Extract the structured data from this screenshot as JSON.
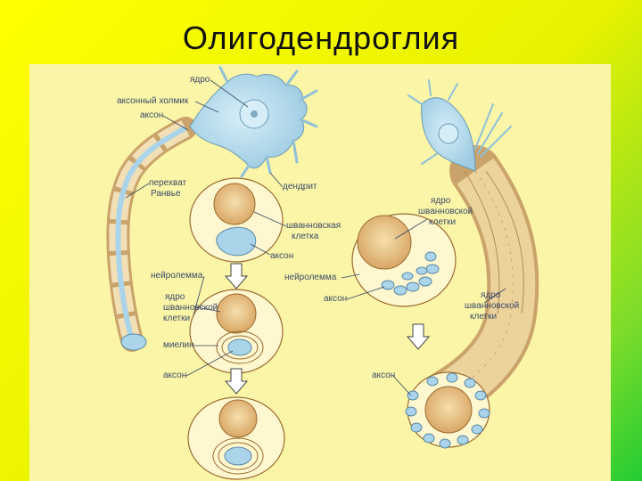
{
  "title": "Олигодендроглия",
  "labels": {
    "nucleus": "ядро",
    "axon_hillock": "аксонный холмик",
    "axon_top": "аксон",
    "node_of_ranvier_1": "перехват",
    "node_of_ranvier_2": "Ранвье",
    "dendrite": "дендрит",
    "schwann_cell_1": "шванновская",
    "schwann_cell_2": "клетка",
    "axon_mid": "аксон",
    "neurolemma_left": "нейролемма",
    "schwann_nucleus_l1": "ядро",
    "schwann_nucleus_l2": "шванновской",
    "schwann_nucleus_l3": "клетки",
    "myelin": "миелин",
    "axon_bottom_left": "аксон",
    "schwann_nucleus_r1": "ядро",
    "schwann_nucleus_r2": "шванновской",
    "schwann_nucleus_r3": "клетки",
    "neurolemma_right": "нейролемма",
    "axon_right": "аксон",
    "schwann_nucleus_r4": "ядро",
    "schwann_nucleus_r5": "шванновской",
    "schwann_nucleus_r6": "клетки",
    "axon_bottom_right": "аксон"
  },
  "colors": {
    "cell_body": "#b9dcec",
    "nucleus": "#e9c48a",
    "schwann": "#f3d9a3",
    "axon": "#9fc9e0",
    "outline": "#9a6b2f"
  }
}
